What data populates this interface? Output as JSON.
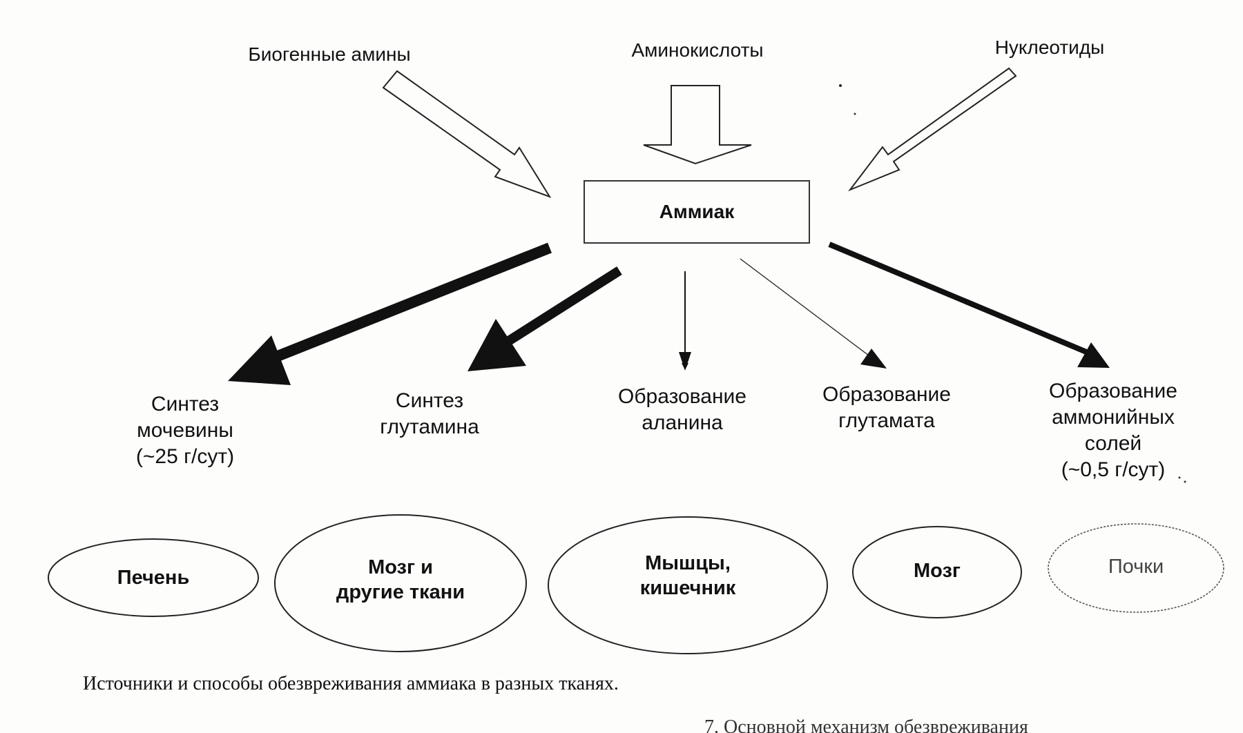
{
  "sources": [
    {
      "id": "biogenic",
      "label": "Биогенные амины"
    },
    {
      "id": "aminoacids",
      "label": "Аминокислоты"
    },
    {
      "id": "nucleotides",
      "label": "Нуклеотиды"
    }
  ],
  "center": {
    "label": "Аммиак"
  },
  "processes": [
    {
      "id": "urea",
      "lines": [
        "Синтез",
        "мочевины",
        "(~25 г/сут)"
      ]
    },
    {
      "id": "glutamine",
      "lines": [
        "Синтез",
        "глутамина"
      ]
    },
    {
      "id": "alanine",
      "lines": [
        "Образование",
        "аланина"
      ]
    },
    {
      "id": "glutamate",
      "lines": [
        "Образование",
        "глутамата"
      ]
    },
    {
      "id": "ammonium",
      "lines": [
        "Образование",
        "аммонийных",
        "солей",
        "(~0,5 г/сут)"
      ]
    }
  ],
  "tissues": [
    {
      "id": "liver",
      "lines": [
        "Печень"
      ]
    },
    {
      "id": "brain-other",
      "lines": [
        "Мозг и",
        "другие ткани"
      ]
    },
    {
      "id": "muscle-gut",
      "lines": [
        "Мышцы,",
        "кишечник"
      ]
    },
    {
      "id": "brain",
      "lines": [
        "Мозг"
      ]
    },
    {
      "id": "kidney",
      "lines": [
        "Почки"
      ]
    }
  ],
  "caption": "Источники и способы обезвреживания аммиака в разных тканях.",
  "footer_fragment": "7. Основной механизм обезвреживания"
}
